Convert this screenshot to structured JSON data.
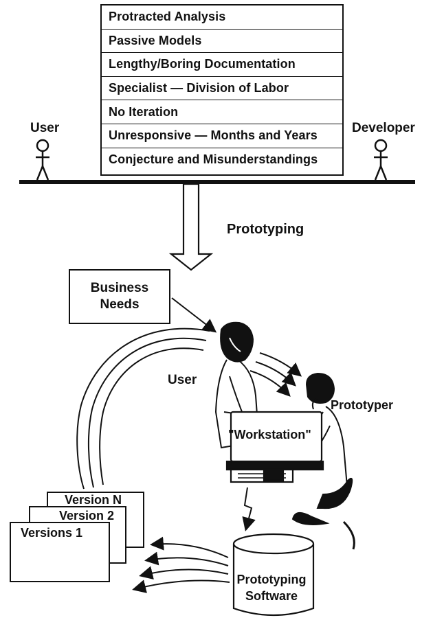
{
  "issues": [
    "Protracted Analysis",
    "Passive Models",
    "Lengthy/Boring Documentation",
    "Specialist — Division of Labor",
    "No Iteration",
    "Unresponsive — Months and Years",
    "Conjecture and Misunderstandings"
  ],
  "top": {
    "user_label": "User",
    "developer_label": "Developer"
  },
  "transition_label": "Prototyping",
  "business_needs": {
    "line1": "Business",
    "line2": "Needs"
  },
  "user_label": "User",
  "prototyper_label": "Prototyper",
  "workstation_label": "\"Workstation\"",
  "versions": {
    "n": "Version N",
    "two": "Version 2",
    "one": "Versions 1"
  },
  "software": {
    "line1": "Prototyping",
    "line2": "Software"
  }
}
